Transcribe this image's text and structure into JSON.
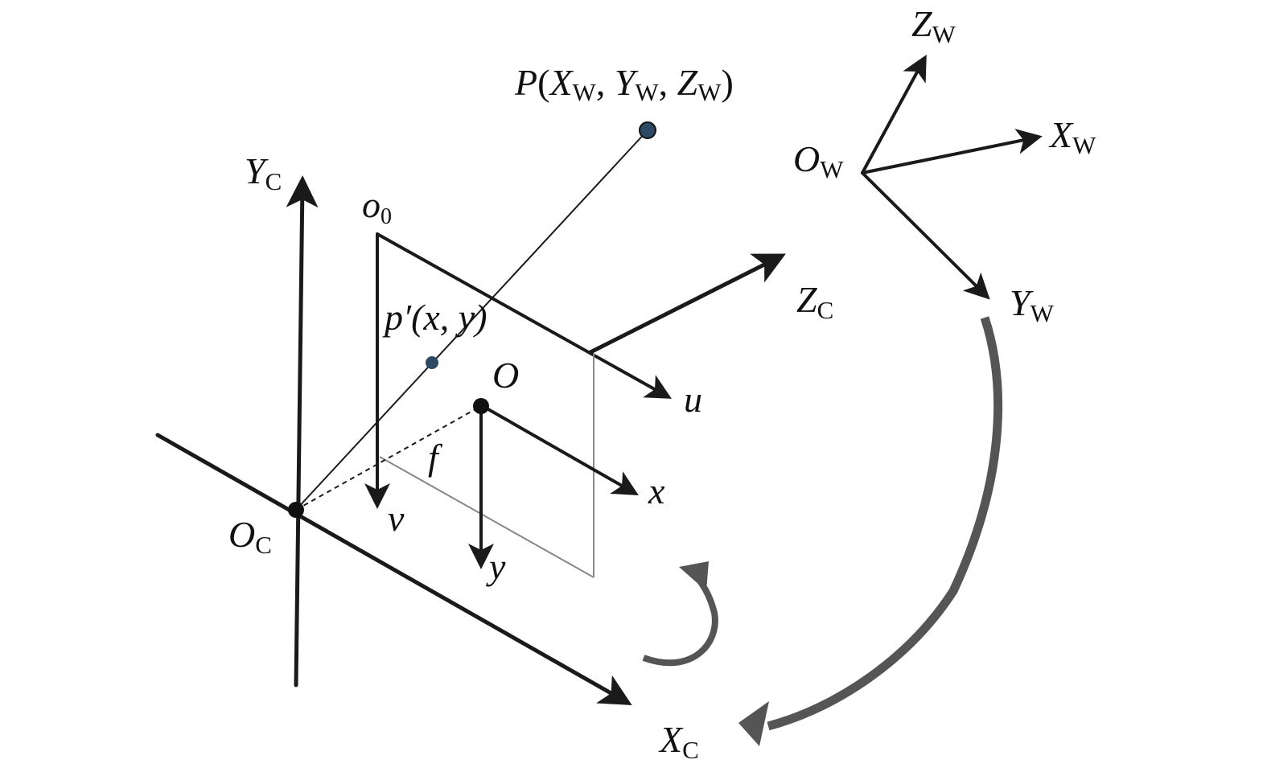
{
  "colors": {
    "axis": "#1a1a1a",
    "rotation_arrow": "#555555",
    "point_fill": "#2c4a63",
    "text": "#111111"
  },
  "labels": {
    "P": {
      "main": "P",
      "open": "(",
      "X": "X",
      "Xs": "W",
      "c1": ", ",
      "Y": "Y",
      "Ys": "W",
      "c2": ", ",
      "Z": "Z",
      "Zs": "W",
      "close": ")"
    },
    "p_prime": "p′(x, y)",
    "o0": {
      "main": "o",
      "sub": "0"
    },
    "O": "O",
    "f": "f",
    "u": "u",
    "v": "v",
    "x": "x",
    "y": "y",
    "Yc": {
      "main": "Y",
      "sub": "C"
    },
    "Zc": {
      "main": "Z",
      "sub": "C"
    },
    "Xc": {
      "main": "X",
      "sub": "C"
    },
    "Oc": {
      "main": "O",
      "sub": "C"
    },
    "Ow": {
      "main": "O",
      "sub": "W"
    },
    "Xw": {
      "main": "X",
      "sub": "W"
    },
    "Yw": {
      "main": "Y",
      "sub": "W"
    },
    "Zw": {
      "main": "Z",
      "sub": "W"
    }
  }
}
